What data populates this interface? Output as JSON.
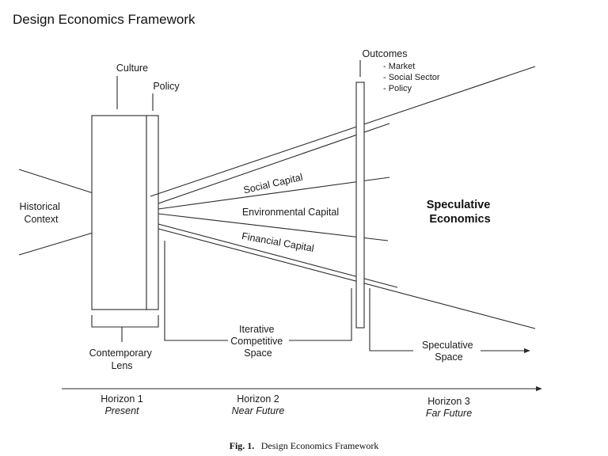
{
  "title": "Design Economics Framework",
  "labels": {
    "culture": "Culture",
    "policy": "Policy",
    "historical_context_line1": "Historical",
    "historical_context_line2": "Context",
    "contemporary_lens_line1": "Contemporary",
    "contemporary_lens_line2": "Lens",
    "outcomes": "Outcomes",
    "outcome_items": [
      "- Market",
      "- Social Sector",
      "- Policy"
    ],
    "social_capital": "Social Capital",
    "environmental_capital": "Environmental Capital",
    "financial_capital": "Financial Capital",
    "speculative_economics_line1": "Speculative",
    "speculative_economics_line2": "Economics",
    "iterative_line1": "Iterative",
    "iterative_line2": "Competitive",
    "iterative_line3": "Space",
    "speculative_space_line1": "Speculative",
    "speculative_space_line2": "Space"
  },
  "horizons": [
    {
      "name": "Horizon 1",
      "period": "Present"
    },
    {
      "name": "Horizon 2",
      "period": "Near Future"
    },
    {
      "name": "Horizon 3",
      "period": "Far Future"
    }
  ],
  "caption": {
    "prefix": "Fig. 1.",
    "text": "Design Economics Framework"
  }
}
